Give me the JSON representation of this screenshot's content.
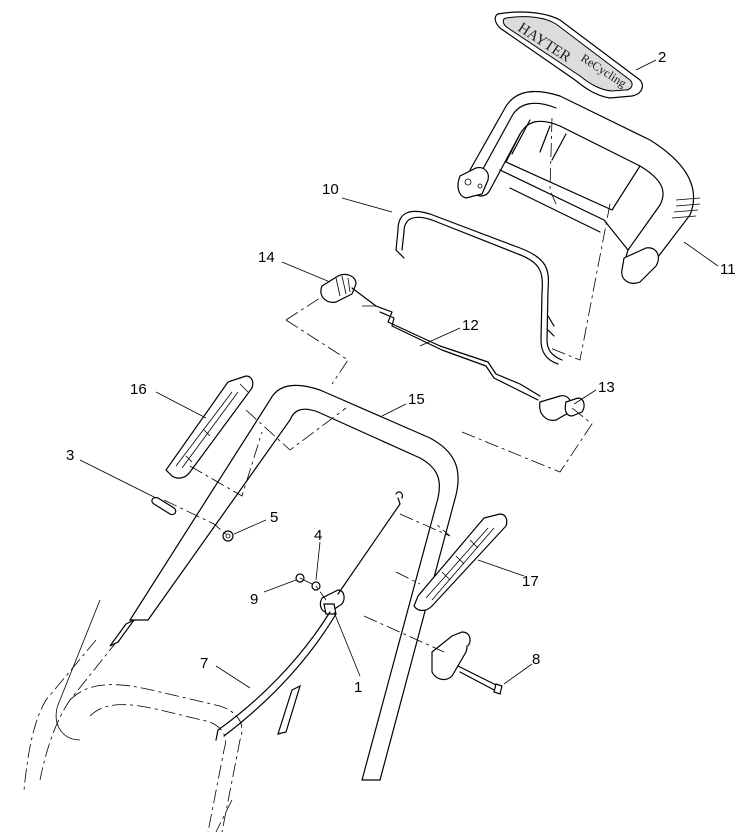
{
  "diagram": {
    "badge": {
      "brand": "HAYTER",
      "model": "ReCycling"
    },
    "callouts": [
      {
        "label": "1"
      },
      {
        "label": "2"
      },
      {
        "label": "3"
      },
      {
        "label": "4"
      },
      {
        "label": "5"
      },
      {
        "label": "7"
      },
      {
        "label": "8"
      },
      {
        "label": "9"
      },
      {
        "label": "10"
      },
      {
        "label": "11"
      },
      {
        "label": "12"
      },
      {
        "label": "13"
      },
      {
        "label": "14"
      },
      {
        "label": "15"
      },
      {
        "label": "16"
      },
      {
        "label": "17"
      }
    ]
  }
}
